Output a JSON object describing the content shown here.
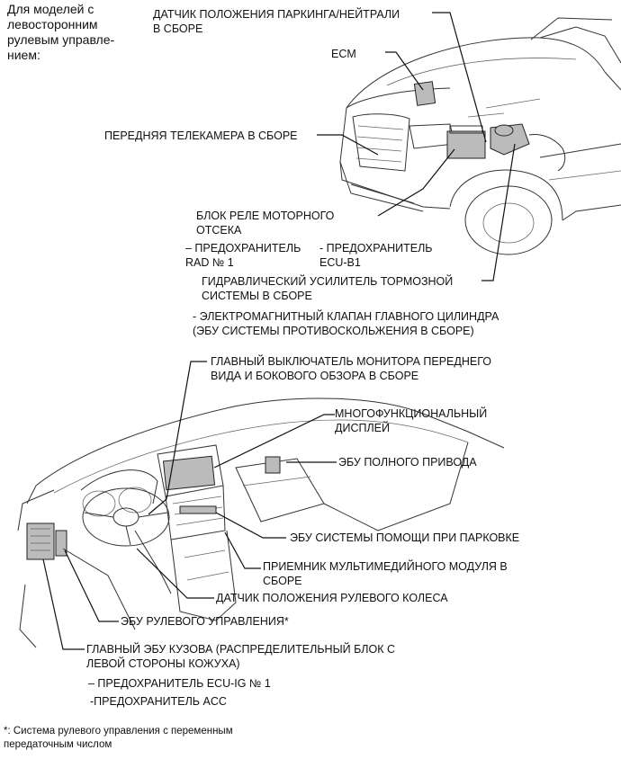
{
  "header": "Для моделей с\nлевосторонним\nрулевым управле-\nнием:",
  "top_labels": {
    "park_neutral_sensor": "ДАТЧИК ПОЛОЖЕНИЯ ПАРКИНГА/НЕЙТРАЛИ\nВ СБОРЕ",
    "ecm": "ECM",
    "front_camera": "ПЕРЕДНЯЯ ТЕЛЕКАМЕРА В СБОРЕ",
    "relay_block": "БЛОК РЕЛЕ МОТОРНОГО\nОТСЕКА",
    "fuse_rad": "– ПРЕДОХРАНИТЕЛЬ\nRAD № 1",
    "fuse_ecub1": "- ПРЕДОХРАНИТЕЛЬ\nECU-B1",
    "brake_booster": "ГИДРАВЛИЧЕСКИЙ УСИЛИТЕЛЬ ТОРМОЗНОЙ\nСИСТЕМЫ В СБОРЕ",
    "solenoid_valve": "- ЭЛЕКТРОМАГНИТНЫЙ КЛАПАН ГЛАВНОГО ЦИЛИНДРА\n(ЭБУ СИСТЕМЫ ПРОТИВОСКОЛЬЖЕНИЯ В СБОРЕ)"
  },
  "bottom_labels": {
    "monitor_switch": "ГЛАВНЫЙ ВЫКЛЮЧАТЕЛЬ МОНИТОРА ПЕРЕДНЕГО\nВИДА И БОКОВОГО ОБЗОРА В СБОРЕ",
    "multi_display": "МНОГОФУНКЦИОНАЛЬНЫЙ\nДИСПЛЕЙ",
    "awd_ecu": "ЭБУ ПОЛНОГО ПРИВОДА",
    "parking_assist_ecu": "ЭБУ СИСТЕМЫ ПОМОЩИ ПРИ ПАРКОВКЕ",
    "multimedia_receiver": "ПРИЕМНИК МУЛЬТИМЕДИЙНОГО МОДУЛЯ В\nСБОРЕ",
    "steering_sensor": "ДАТЧИК ПОЛОЖЕНИЯ РУЛЕВОГО КОЛЕСА",
    "steering_ecu": "ЭБУ РУЛЕВОГО УПРАВЛЕНИЯ*",
    "main_body_ecu": "ГЛАВНЫЙ ЭБУ КУЗОВА (РАСПРЕДЕЛИТЕЛЬНЫЙ БЛОК С\nЛЕВОЙ СТОРОНЫ КОЖУХА)",
    "fuse_ecuig": "– ПРЕДОХРАНИТЕЛЬ ECU-IG № 1",
    "fuse_acc": "-ПРЕДОХРАНИТЕЛЬ ACC"
  },
  "footnote": "*: Система рулевого управления с переменным\nпередаточным числом",
  "colors": {
    "ink": "#111111",
    "part_fill": "#bbbbbb"
  }
}
